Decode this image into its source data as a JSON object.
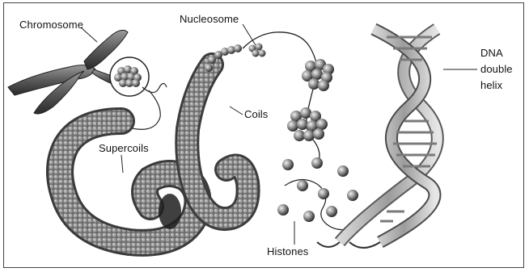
{
  "labels": {
    "chromosome": "Chromosome",
    "nucleosome": "Nucleosome",
    "coils": "Coils",
    "supercoils": "Supercoils",
    "histones": "Histones",
    "dna_line1": "DNA",
    "dna_line2": "double",
    "dna_line3": "helix"
  },
  "colors": {
    "border": "#444444",
    "structure_dark": "#4a4a4a",
    "structure_mid": "#8a8a8a",
    "structure_light": "#c8c8c8",
    "text": "#111111"
  }
}
